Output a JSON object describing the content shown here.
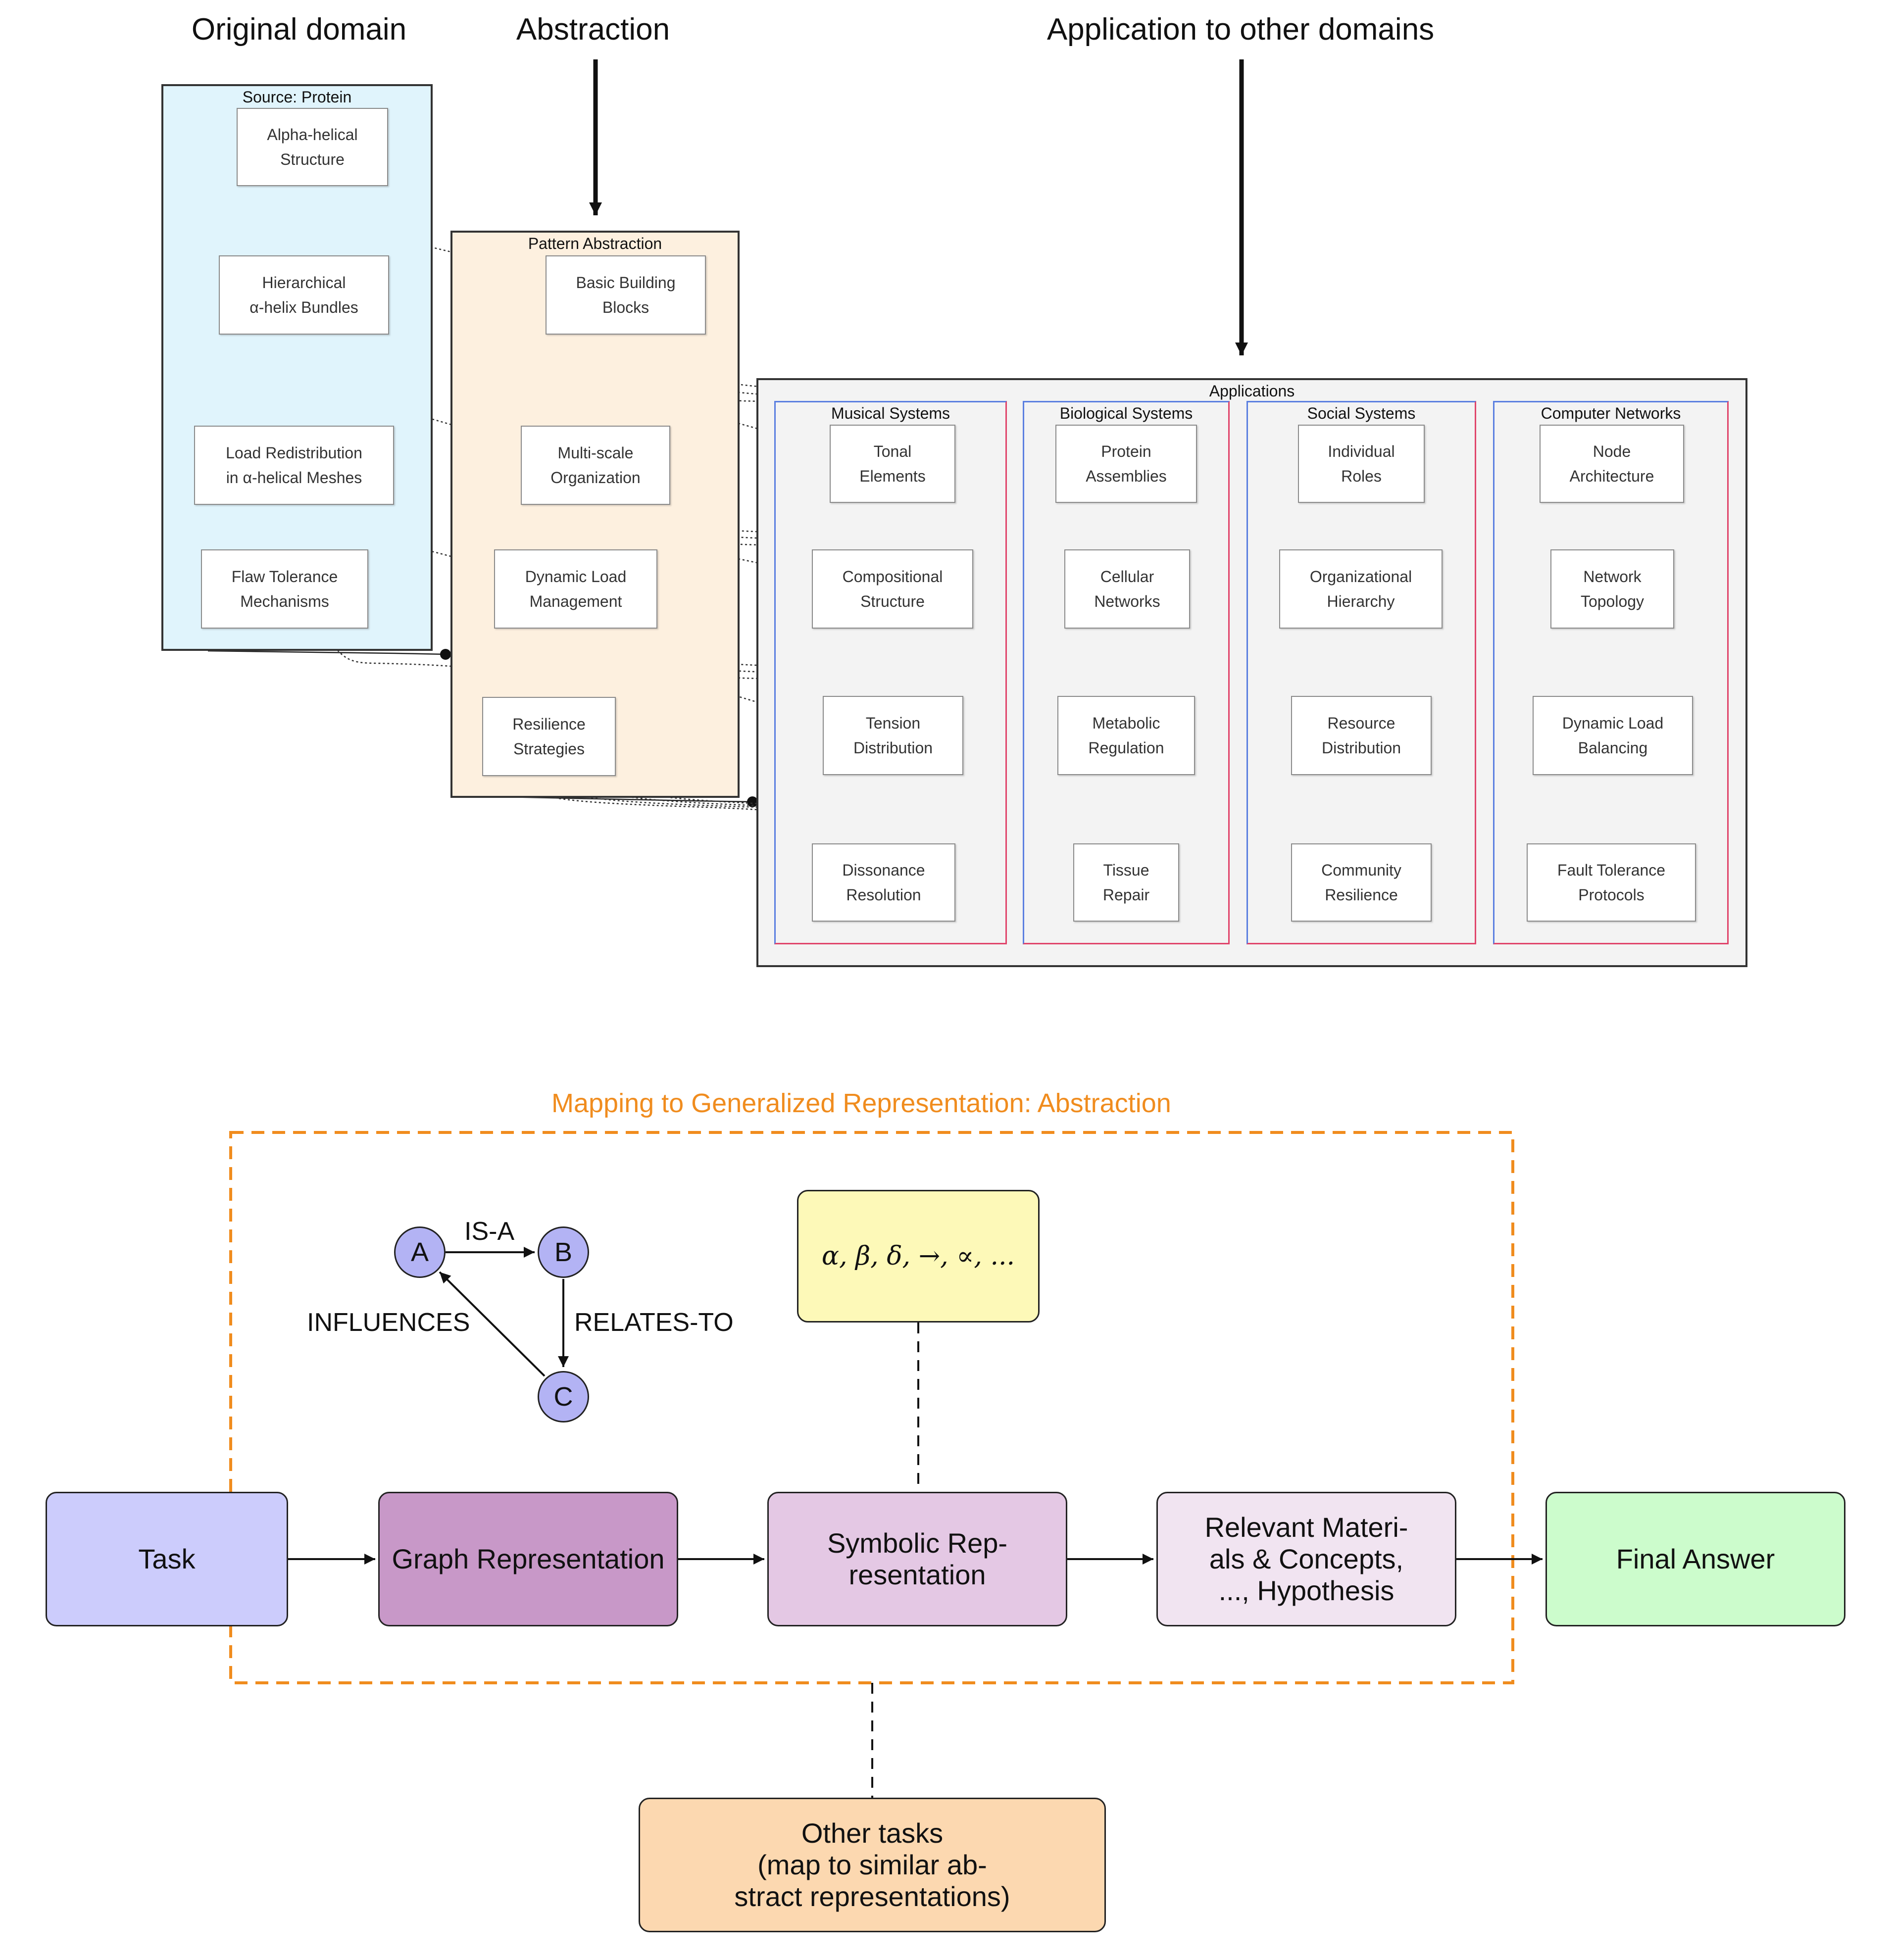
{
  "headers": {
    "original": "Original domain",
    "abstraction": "Abstraction",
    "application": "Application to other domains"
  },
  "source": {
    "title": "Source: Protein",
    "nodes": [
      "Alpha-helical\nStructure",
      "Hierarchical\nα-helix Bundles",
      "Load Redistribution\nin α-helical Meshes",
      "Flaw Tolerance\nMechanisms"
    ]
  },
  "abstraction": {
    "title": "Pattern Abstraction",
    "nodes": [
      "Basic Building\nBlocks",
      "Multi-scale\nOrganization",
      "Dynamic Load\nManagement",
      "Resilience\nStrategies"
    ]
  },
  "applications": {
    "title": "Applications",
    "columns": [
      {
        "title": "Musical Systems",
        "nodes": [
          "Tonal\nElements",
          "Compositional\nStructure",
          "Tension\nDistribution",
          "Dissonance\nResolution"
        ]
      },
      {
        "title": "Biological Systems",
        "nodes": [
          "Protein\nAssemblies",
          "Cellular\nNetworks",
          "Metabolic\nRegulation",
          "Tissue\nRepair"
        ]
      },
      {
        "title": "Social Systems",
        "nodes": [
          "Individual\nRoles",
          "Organizational\nHierarchy",
          "Resource\nDistribution",
          "Community\nResilience"
        ]
      },
      {
        "title": "Computer Networks",
        "nodes": [
          "Node\nArchitecture",
          "Network\nTopology",
          "Dynamic Load\nBalancing",
          "Fault Tolerance\nProtocols"
        ]
      }
    ]
  },
  "mapping": {
    "title": "Mapping to Generalized Representation: Abstraction",
    "accent": "#f08c1e",
    "graph": {
      "nodes": [
        "A",
        "B",
        "C"
      ],
      "edges": [
        "IS-A",
        "RELATES-TO",
        "INFLUENCES"
      ]
    },
    "symbols": "α, β, δ, →, ∝, ...",
    "flow": [
      {
        "label": "Task",
        "color": "#ccccfc"
      },
      {
        "label": "Graph Representation",
        "color": "#c898c8"
      },
      {
        "label": "Symbolic Rep-\nresentation",
        "color": "#e4c8e4"
      },
      {
        "label": "Relevant Materi-\nals & Concepts,\n..., Hypothesis",
        "color": "#f1e4f1"
      },
      {
        "label": "Final Answer",
        "color": "#ccfccc"
      }
    ],
    "other": {
      "label": "Other tasks\n(map to similar ab-\nstract representations)",
      "color": "#fcd8b0"
    }
  }
}
